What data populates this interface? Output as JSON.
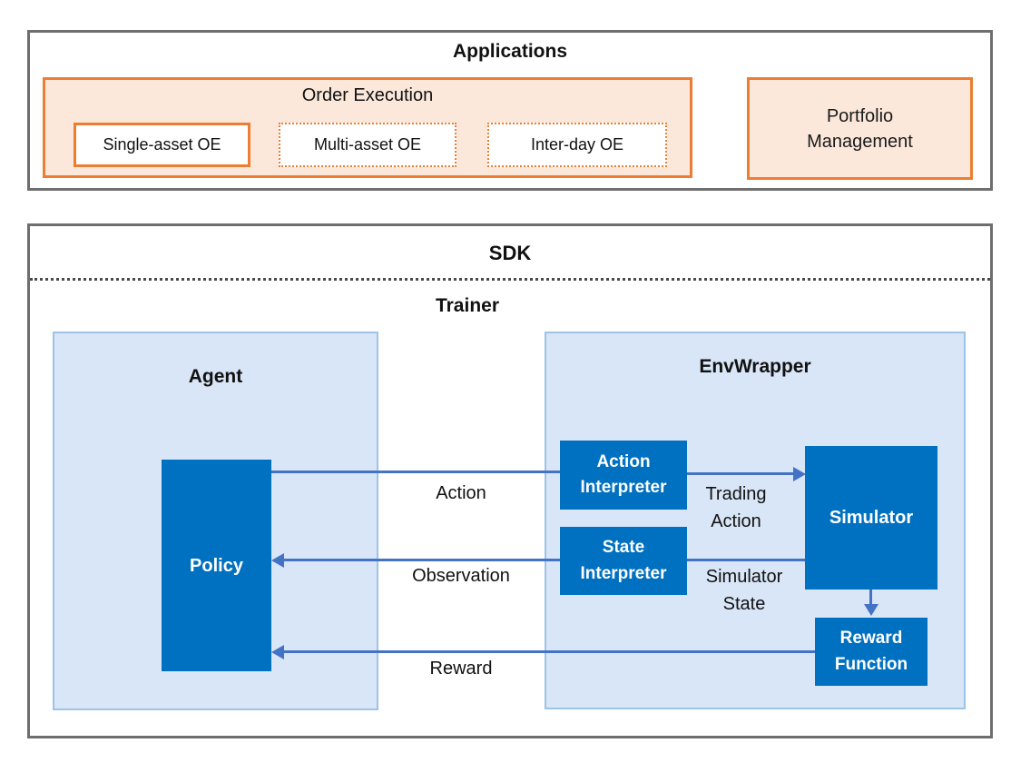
{
  "applications": {
    "title": "Applications",
    "order_execution": {
      "title": "Order Execution",
      "items": [
        {
          "label": "Single-asset OE",
          "border_style": "solid"
        },
        {
          "label": "Multi-asset OE",
          "border_style": "dotted"
        },
        {
          "label": "Inter-day OE",
          "border_style": "dotted"
        }
      ]
    },
    "portfolio_management": {
      "label": "Portfolio Management"
    }
  },
  "sdk": {
    "title": "SDK",
    "trainer": {
      "title": "Trainer",
      "agent": {
        "title": "Agent",
        "policy_label": "Policy"
      },
      "envwrapper": {
        "title": "EnvWrapper",
        "action_interpreter_label": "Action Interpreter",
        "state_interpreter_label": "State Interpreter",
        "simulator_label": "Simulator",
        "reward_function_label": "Reward Function"
      },
      "flows": {
        "action": "Action",
        "observation": "Observation",
        "reward": "Reward",
        "trading_action": "Trading Action",
        "simulator_state": "Simulator State"
      }
    }
  },
  "colors": {
    "outer_border_gray": "#6E6E6E",
    "orange_border": "#ED7D31",
    "orange_fill": "#FBE8DB",
    "light_blue_fill": "#D9E6F7",
    "light_blue_border": "#9DC3E6",
    "dark_blue_fill": "#0070C0",
    "arrow_blue": "#4472C4",
    "text_black": "#111111",
    "text_white": "#FFFFFF"
  }
}
